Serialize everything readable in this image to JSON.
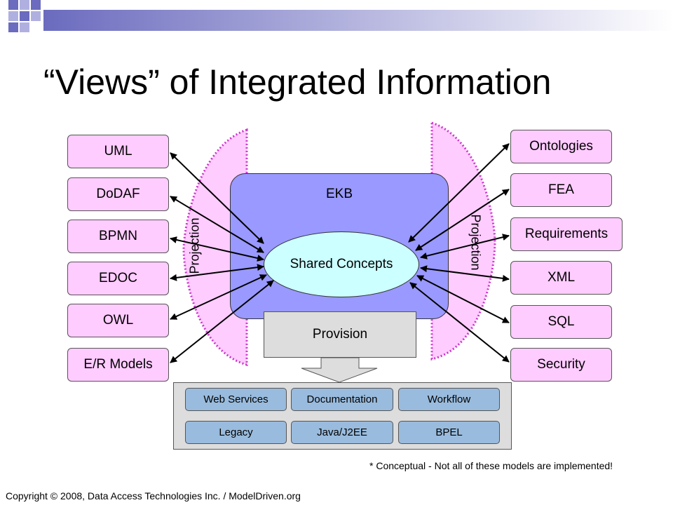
{
  "title": "“Views” of Integrated Information",
  "left_models": [
    "UML",
    "DoDAF",
    "BPMN",
    "EDOC",
    "OWL",
    "E/R Models"
  ],
  "right_models": [
    "Ontologies",
    "FEA",
    "Requirements",
    "XML",
    "SQL",
    "Security"
  ],
  "ekb": {
    "label": "EKB",
    "core": "Shared Concepts"
  },
  "projection_label": "Projection",
  "provision": {
    "label": "Provision",
    "targets": [
      "Web Services",
      "Documentation",
      "Workflow",
      "Legacy",
      "Java/J2EE",
      "BPEL"
    ]
  },
  "footnote": "* Conceptual - Not all of these models are implemented!",
  "copyright": "Copyright © 2008, Data Access Technologies Inc. / ModelDriven.org",
  "colors": {
    "model_box": "#ffccff",
    "ekb": "#9999ff",
    "shared_concepts": "#ccffff",
    "projection_border": "#cc33cc",
    "provision": "#dddddd",
    "target_chip": "#99bbdd"
  }
}
